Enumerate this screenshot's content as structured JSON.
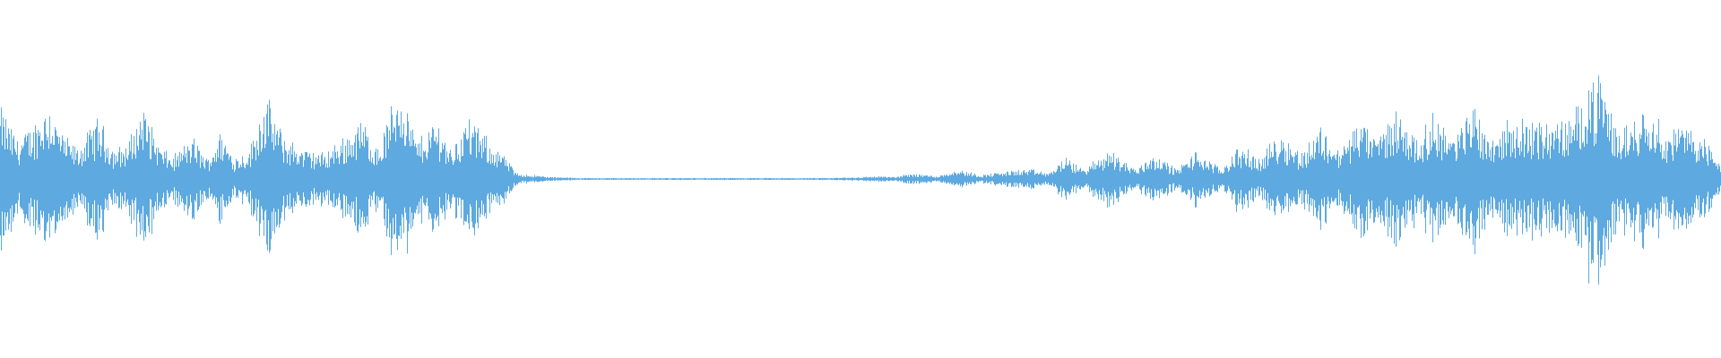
{
  "waveform": {
    "color": "#5da9e0",
    "background": "#ffffff",
    "duration_fraction_markers": [],
    "amplitude_profile": [
      [
        0.0,
        0.72
      ],
      [
        0.01,
        0.4
      ],
      [
        0.018,
        0.52
      ],
      [
        0.028,
        0.78
      ],
      [
        0.036,
        0.45
      ],
      [
        0.045,
        0.3
      ],
      [
        0.057,
        0.62
      ],
      [
        0.066,
        0.3
      ],
      [
        0.074,
        0.35
      ],
      [
        0.083,
        0.74
      ],
      [
        0.093,
        0.32
      ],
      [
        0.1,
        0.22
      ],
      [
        0.112,
        0.42
      ],
      [
        0.12,
        0.2
      ],
      [
        0.128,
        0.48
      ],
      [
        0.136,
        0.22
      ],
      [
        0.145,
        0.3
      ],
      [
        0.154,
        0.84
      ],
      [
        0.165,
        0.42
      ],
      [
        0.176,
        0.3
      ],
      [
        0.188,
        0.26
      ],
      [
        0.2,
        0.42
      ],
      [
        0.21,
        0.6
      ],
      [
        0.22,
        0.3
      ],
      [
        0.232,
        1.0
      ],
      [
        0.242,
        0.38
      ],
      [
        0.254,
        0.6
      ],
      [
        0.262,
        0.3
      ],
      [
        0.272,
        0.62
      ],
      [
        0.282,
        0.42
      ],
      [
        0.292,
        0.26
      ],
      [
        0.3,
        0.06
      ],
      [
        0.32,
        0.02
      ],
      [
        0.34,
        0.01
      ],
      [
        0.36,
        0.01
      ],
      [
        0.38,
        0.01
      ],
      [
        0.4,
        0.01
      ],
      [
        0.42,
        0.01
      ],
      [
        0.44,
        0.01
      ],
      [
        0.46,
        0.01
      ],
      [
        0.48,
        0.01
      ],
      [
        0.5,
        0.02
      ],
      [
        0.51,
        0.03
      ],
      [
        0.52,
        0.02
      ],
      [
        0.53,
        0.06
      ],
      [
        0.545,
        0.03
      ],
      [
        0.556,
        0.1
      ],
      [
        0.57,
        0.04
      ],
      [
        0.585,
        0.08
      ],
      [
        0.598,
        0.1
      ],
      [
        0.61,
        0.06
      ],
      [
        0.618,
        0.22
      ],
      [
        0.63,
        0.1
      ],
      [
        0.645,
        0.3
      ],
      [
        0.66,
        0.1
      ],
      [
        0.67,
        0.26
      ],
      [
        0.684,
        0.1
      ],
      [
        0.695,
        0.28
      ],
      [
        0.71,
        0.1
      ],
      [
        0.72,
        0.34
      ],
      [
        0.732,
        0.2
      ],
      [
        0.744,
        0.48
      ],
      [
        0.756,
        0.26
      ],
      [
        0.768,
        0.54
      ],
      [
        0.778,
        0.28
      ],
      [
        0.79,
        0.6
      ],
      [
        0.8,
        0.42
      ],
      [
        0.812,
        0.7
      ],
      [
        0.824,
        0.4
      ],
      [
        0.834,
        0.66
      ],
      [
        0.846,
        0.4
      ],
      [
        0.856,
        0.8
      ],
      [
        0.866,
        0.42
      ],
      [
        0.876,
        0.56
      ],
      [
        0.886,
        0.6
      ],
      [
        0.896,
        0.56
      ],
      [
        0.904,
        0.58
      ],
      [
        0.914,
        0.6
      ],
      [
        0.922,
        0.98
      ],
      [
        0.93,
        1.0
      ],
      [
        0.94,
        0.5
      ],
      [
        0.948,
        0.56
      ],
      [
        0.958,
        0.82
      ],
      [
        0.968,
        0.44
      ],
      [
        0.978,
        0.56
      ],
      [
        0.988,
        0.46
      ],
      [
        1.0,
        0.18
      ]
    ]
  }
}
